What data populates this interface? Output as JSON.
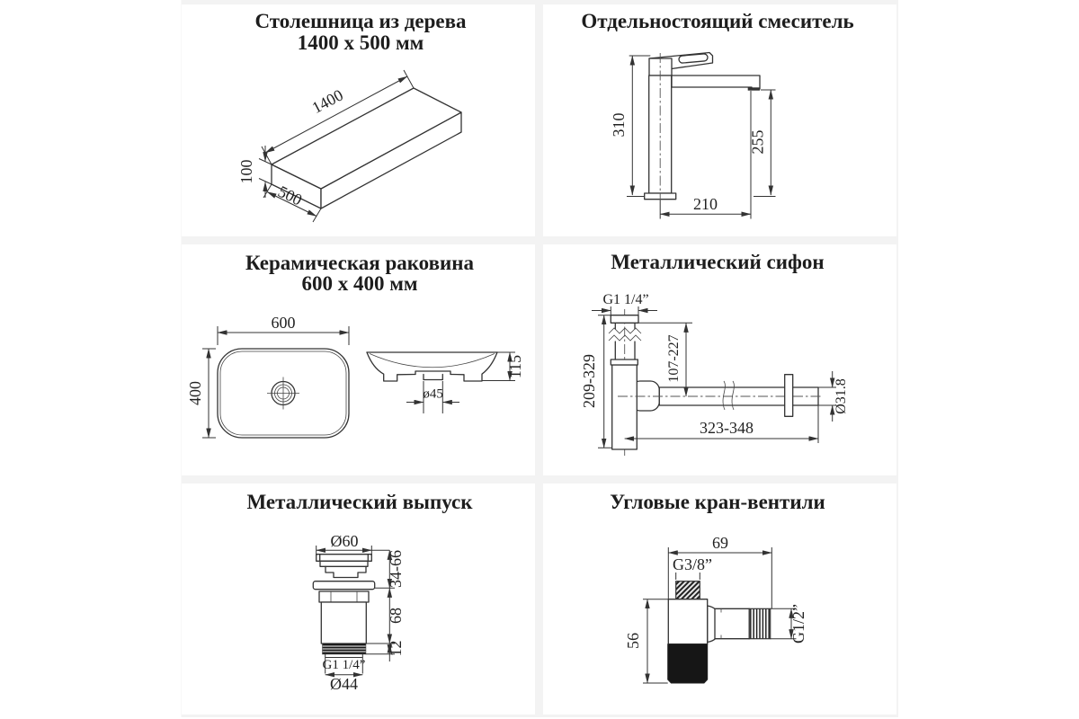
{
  "page": {
    "background": "#ffffff",
    "divider_color": "#f3f3f3",
    "line_color": "#333333",
    "text_color": "#1d1d1d"
  },
  "panels": {
    "countertop": {
      "title_line1": "Столешница из дерева",
      "title_line2": "1400 x 500 мм",
      "dim_length": "1400",
      "dim_thickness": "100",
      "dim_width": "500"
    },
    "mixer": {
      "title": "Отдельностоящий смеситель",
      "dim_total_height": "310",
      "dim_spout_height": "255",
      "dim_spout_reach": "210"
    },
    "sink": {
      "title_line1": "Керамическая раковина",
      "title_line2": "600 x 400 мм",
      "dim_width": "600",
      "dim_depth": "400",
      "dim_height": "115",
      "dim_drain": "ø45"
    },
    "siphon": {
      "title": "Металлический сифон",
      "dim_thread": "G1 1/4”",
      "dim_height_range": "209-329",
      "dim_inlet_range": "107-227",
      "dim_length_range": "323-348",
      "dim_pipe_diameter": "Ø31.8"
    },
    "drain": {
      "title": "Металлический выпуск",
      "dim_cap_diameter": "Ø60",
      "dim_cap_travel": "34-66",
      "dim_body_height": "68",
      "dim_thread_height": "12",
      "dim_thread": "G1 1/4”",
      "dim_thread_diameter": "Ø44"
    },
    "valve": {
      "title": "Угловые кран-вентили",
      "dim_width": "69",
      "dim_top_thread": "G3/8”",
      "dim_side_thread": "G1/2”",
      "dim_height": "56"
    }
  }
}
